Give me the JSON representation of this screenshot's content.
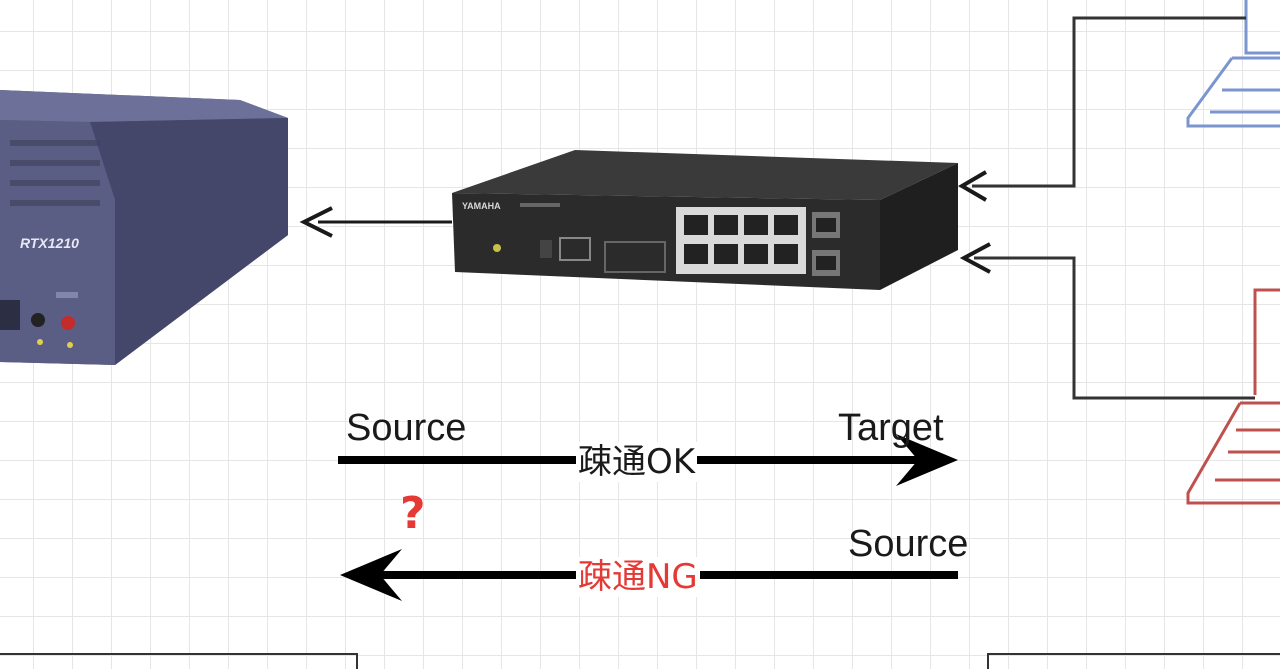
{
  "colors": {
    "arrow": "#000000",
    "connector": "#333333",
    "ng": "#e53935",
    "laptop_blue": "#7b95cf",
    "laptop_red": "#c0504d",
    "router_body": "#4e5276",
    "switch_body": "#2a2a2a"
  },
  "devices": {
    "router": {
      "icon": "router-icon",
      "brand": "RTX1210"
    },
    "switch": {
      "icon": "network-switch-icon"
    },
    "laptop_top": {
      "icon": "laptop-icon",
      "color": "#7b95cf"
    },
    "laptop_bottom": {
      "icon": "laptop-icon",
      "color": "#c0504d"
    }
  },
  "flows": {
    "ok": {
      "source": "Source",
      "target": "Target",
      "label": "疎通OK"
    },
    "ng": {
      "source": "Source",
      "label": "疎通NG",
      "question": "?"
    }
  }
}
